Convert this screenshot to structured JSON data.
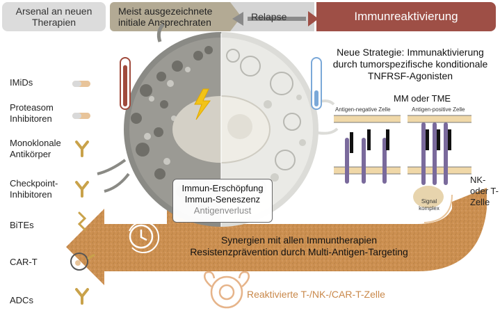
{
  "header": {
    "stage1": "Arsenal an neuen Therapien",
    "stage2": "Meist ausgezeichnete initiale Ansprechraten",
    "stage3": "Relapse",
    "stage4": "Immunreaktivierung"
  },
  "therapies": [
    "IMiDs",
    "Proteasom Inhibitoren",
    "Monoklonale Antikörper",
    "Checkpoint-Inhibitoren",
    "BiTEs",
    "CAR-T",
    "ADCs"
  ],
  "strategy_text": "Neue Strategie: Immunaktivierung durch tumorspezifische konditionale TNFRSF-Agonisten",
  "target_label": "MM oder TME",
  "panel_left_label": "Antigen-negative Zelle",
  "panel_right_label": "Antigen-positive Zelle",
  "signal_label": "Signal komplex",
  "effector_label": "NK-oder T-Zelle",
  "exhaustion_box": {
    "line1": "Immun-Erschöpfung",
    "line2": "Immun-Seneszenz",
    "line3": "Antigenverlust"
  },
  "synergy_text": {
    "line1": "Synergien mit allen Immuntherapien",
    "line2": "Resistenzprävention durch Multi-Antigen-Targeting"
  },
  "reactivated_label": "Reaktivierte T-/NK-/CAR-T-Zelle",
  "thermometer_left_level": 0.9,
  "thermometer_right_level": 0.35,
  "colors": {
    "stage1": "#dcdcdc",
    "stage2": "#b3aa94",
    "stage3": "#d4d4d4",
    "stage4": "#9e4f46",
    "arrow": "#c98a48",
    "reactivated_text": "#c9884a",
    "antibody": "#c9a24a",
    "thermo_red": "#a04a3c",
    "thermo_blue": "#7aa8d8",
    "receptor": "#8877aa"
  }
}
